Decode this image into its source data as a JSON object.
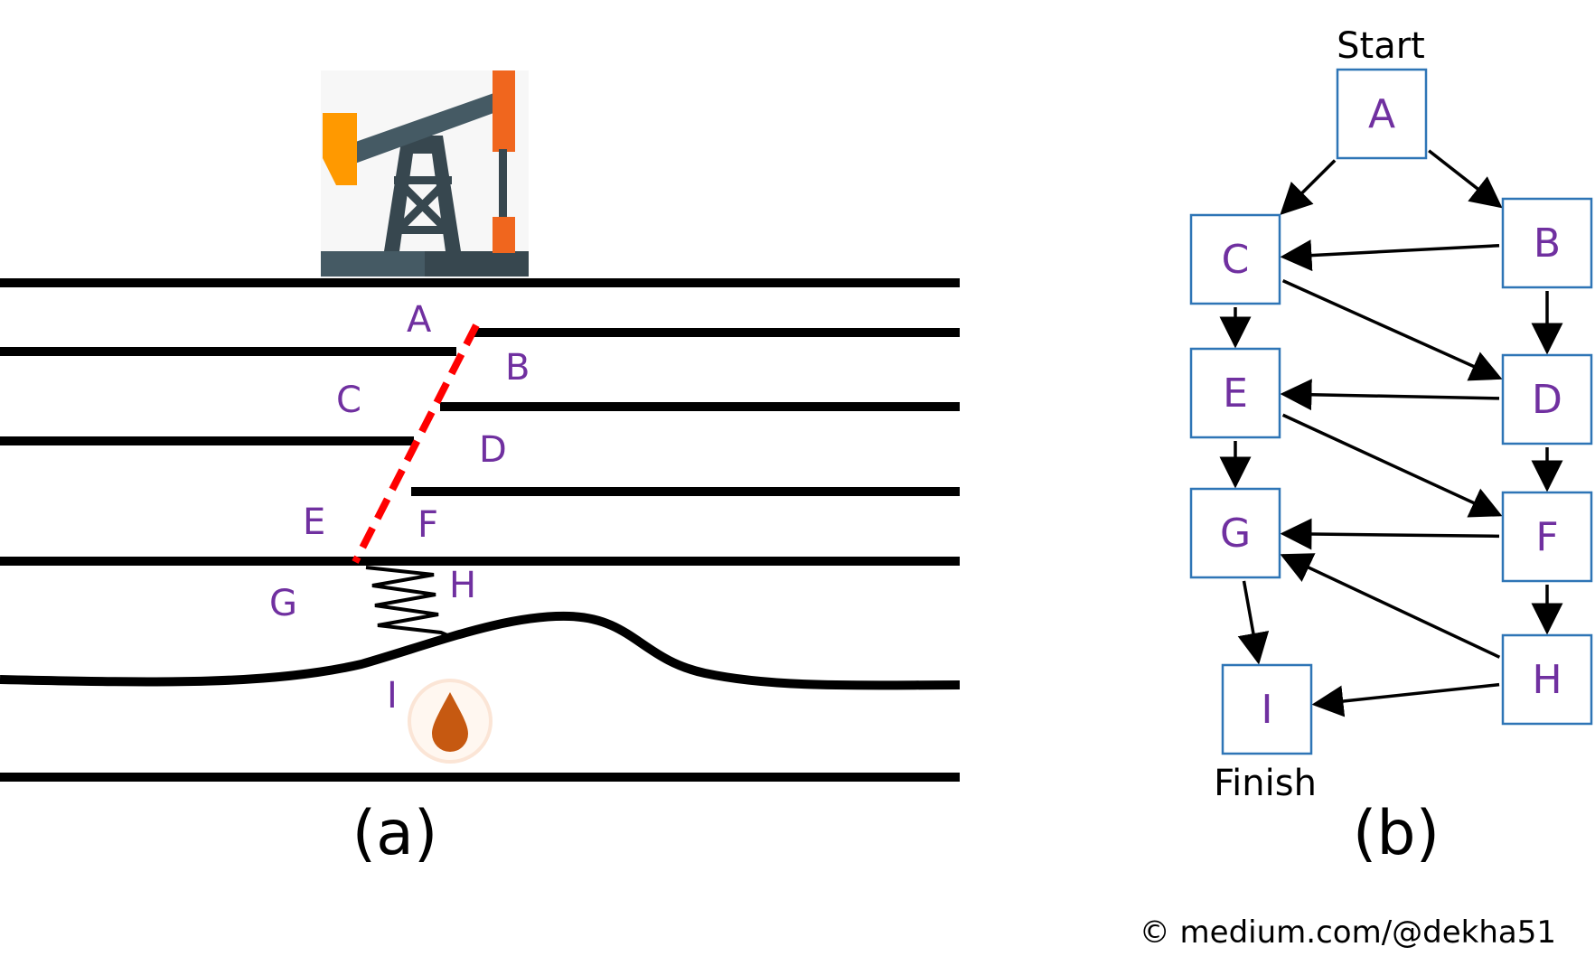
{
  "panel_a": {
    "caption": "(a)",
    "labels": {
      "A": "A",
      "B": "B",
      "C": "C",
      "D": "D",
      "E": "E",
      "F": "F",
      "G": "G",
      "H": "H",
      "I": "I"
    }
  },
  "panel_b": {
    "caption": "(b)",
    "start_label": "Start",
    "finish_label": "Finish",
    "nodes": [
      {
        "id": "A",
        "label": "A"
      },
      {
        "id": "B",
        "label": "B"
      },
      {
        "id": "C",
        "label": "C"
      },
      {
        "id": "D",
        "label": "D"
      },
      {
        "id": "E",
        "label": "E"
      },
      {
        "id": "F",
        "label": "F"
      },
      {
        "id": "G",
        "label": "G"
      },
      {
        "id": "H",
        "label": "H"
      },
      {
        "id": "I",
        "label": "I"
      }
    ],
    "edges": [
      [
        "A",
        "C"
      ],
      [
        "A",
        "B"
      ],
      [
        "B",
        "C"
      ],
      [
        "B",
        "D"
      ],
      [
        "C",
        "E"
      ],
      [
        "C",
        "D"
      ],
      [
        "D",
        "E"
      ],
      [
        "D",
        "F"
      ],
      [
        "E",
        "G"
      ],
      [
        "E",
        "F"
      ],
      [
        "F",
        "G"
      ],
      [
        "F",
        "H"
      ],
      [
        "G",
        "I"
      ],
      [
        "H",
        "G"
      ],
      [
        "H",
        "I"
      ]
    ]
  },
  "copyright": "© medium.com/@dekha51",
  "colors": {
    "label_purple": "#7030a0",
    "node_border": "#2e75b6",
    "fault_red": "#ff0000",
    "pump_orange": "#ff9900",
    "pump_dark_orange": "#f0661e",
    "pump_steel": "#37474f",
    "oil_brown": "#c65911"
  },
  "icons": [
    "oil-pump-jack-icon",
    "oil-drop-icon"
  ]
}
